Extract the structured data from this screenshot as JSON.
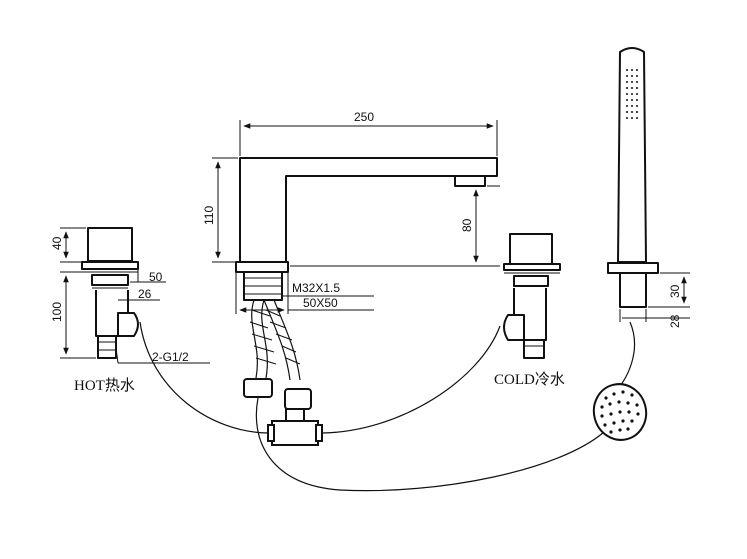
{
  "dimensions": {
    "spout_length": "250",
    "spout_height": "110",
    "spout_outlet_height": "80",
    "valve_handle_height": "40",
    "valve_flange_width": "50",
    "valve_body_width": "26",
    "valve_body_height": "100",
    "inlet_thread": "2-G1/2",
    "spout_thread": "M32X1.5",
    "spout_base": "50X50",
    "handshower_holder_height": "30",
    "handshower_holder_width": "28"
  },
  "labels": {
    "hot": "HOT热水",
    "cold": "COLD冷水"
  }
}
